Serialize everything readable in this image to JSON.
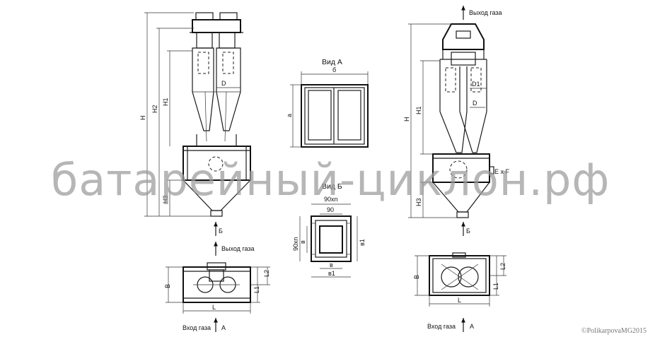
{
  "watermark": "батарейный-циклон.рф",
  "copyright": "©PolikarpovaMG2015",
  "view_a": {
    "title": "Вид А",
    "width_label": "б",
    "height_label": "а"
  },
  "view_b": {
    "title": "Вид Б",
    "top_label": "90xn",
    "inner_label": "90",
    "side_label": "90xn",
    "in_label": "в",
    "in1_label": "в1",
    "bottom_in": "в",
    "bottom_in1": "в1"
  },
  "left_front": {
    "labels": {
      "H": "H",
      "H2": "H2",
      "H1": "H1",
      "H3": "H3",
      "D": "D",
      "B": "Б"
    }
  },
  "left_plan": {
    "gas_out": "Выход газа",
    "gas_in": "Вход газа",
    "A": "А",
    "B": "B",
    "L": "L",
    "L1": "L1",
    "L2": "L2"
  },
  "right_front": {
    "gas_out": "Выход газа",
    "labels": {
      "H": "H",
      "H1": "H1",
      "H3": "H3",
      "D1": "D1",
      "D": "D",
      "ExF": "E x F",
      "B": "Б"
    }
  },
  "right_plan": {
    "gas_in": "Вход газа",
    "A": "А",
    "B": "B",
    "L": "L",
    "L1": "L1",
    "L2": "L2"
  }
}
